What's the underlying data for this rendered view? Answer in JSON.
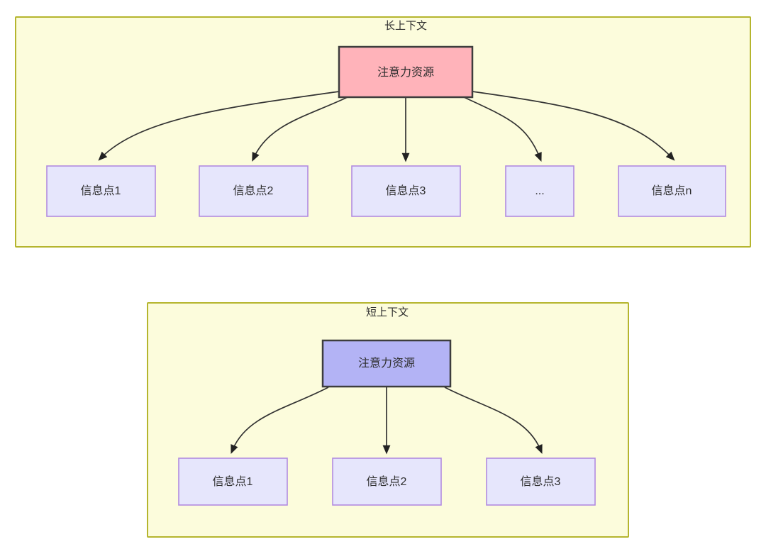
{
  "diagram": {
    "type": "flowchart",
    "background_color": "#ffffff",
    "palette": {
      "container_fill": "#fcfcdc",
      "container_stroke": "#b5b52e",
      "root_long_fill": "#ffb3ba",
      "root_short_fill": "#b3b3f5",
      "root_stroke": "#3d3d3d",
      "leaf_fill": "#e6e6fc",
      "leaf_stroke": "#b28be0",
      "edge_stroke": "#333333",
      "text_color": "#2e2e2e"
    },
    "groups": [
      {
        "id": "long-context",
        "title": "长上下文",
        "root": {
          "id": "root-long",
          "label": "注意力资源",
          "fill": "#ffb3ba"
        },
        "leaves": [
          {
            "id": "leaf-long-1",
            "label": "信息点1"
          },
          {
            "id": "leaf-long-2",
            "label": "信息点2"
          },
          {
            "id": "leaf-long-3",
            "label": "信息点3"
          },
          {
            "id": "leaf-long-ellipsis",
            "label": "..."
          },
          {
            "id": "leaf-long-n",
            "label": "信息点n"
          }
        ]
      },
      {
        "id": "short-context",
        "title": "短上下文",
        "root": {
          "id": "root-short",
          "label": "注意力资源",
          "fill": "#b3b3f5"
        },
        "leaves": [
          {
            "id": "leaf-short-1",
            "label": "信息点1"
          },
          {
            "id": "leaf-short-2",
            "label": "信息点2"
          },
          {
            "id": "leaf-short-3",
            "label": "信息点3"
          }
        ]
      }
    ]
  }
}
